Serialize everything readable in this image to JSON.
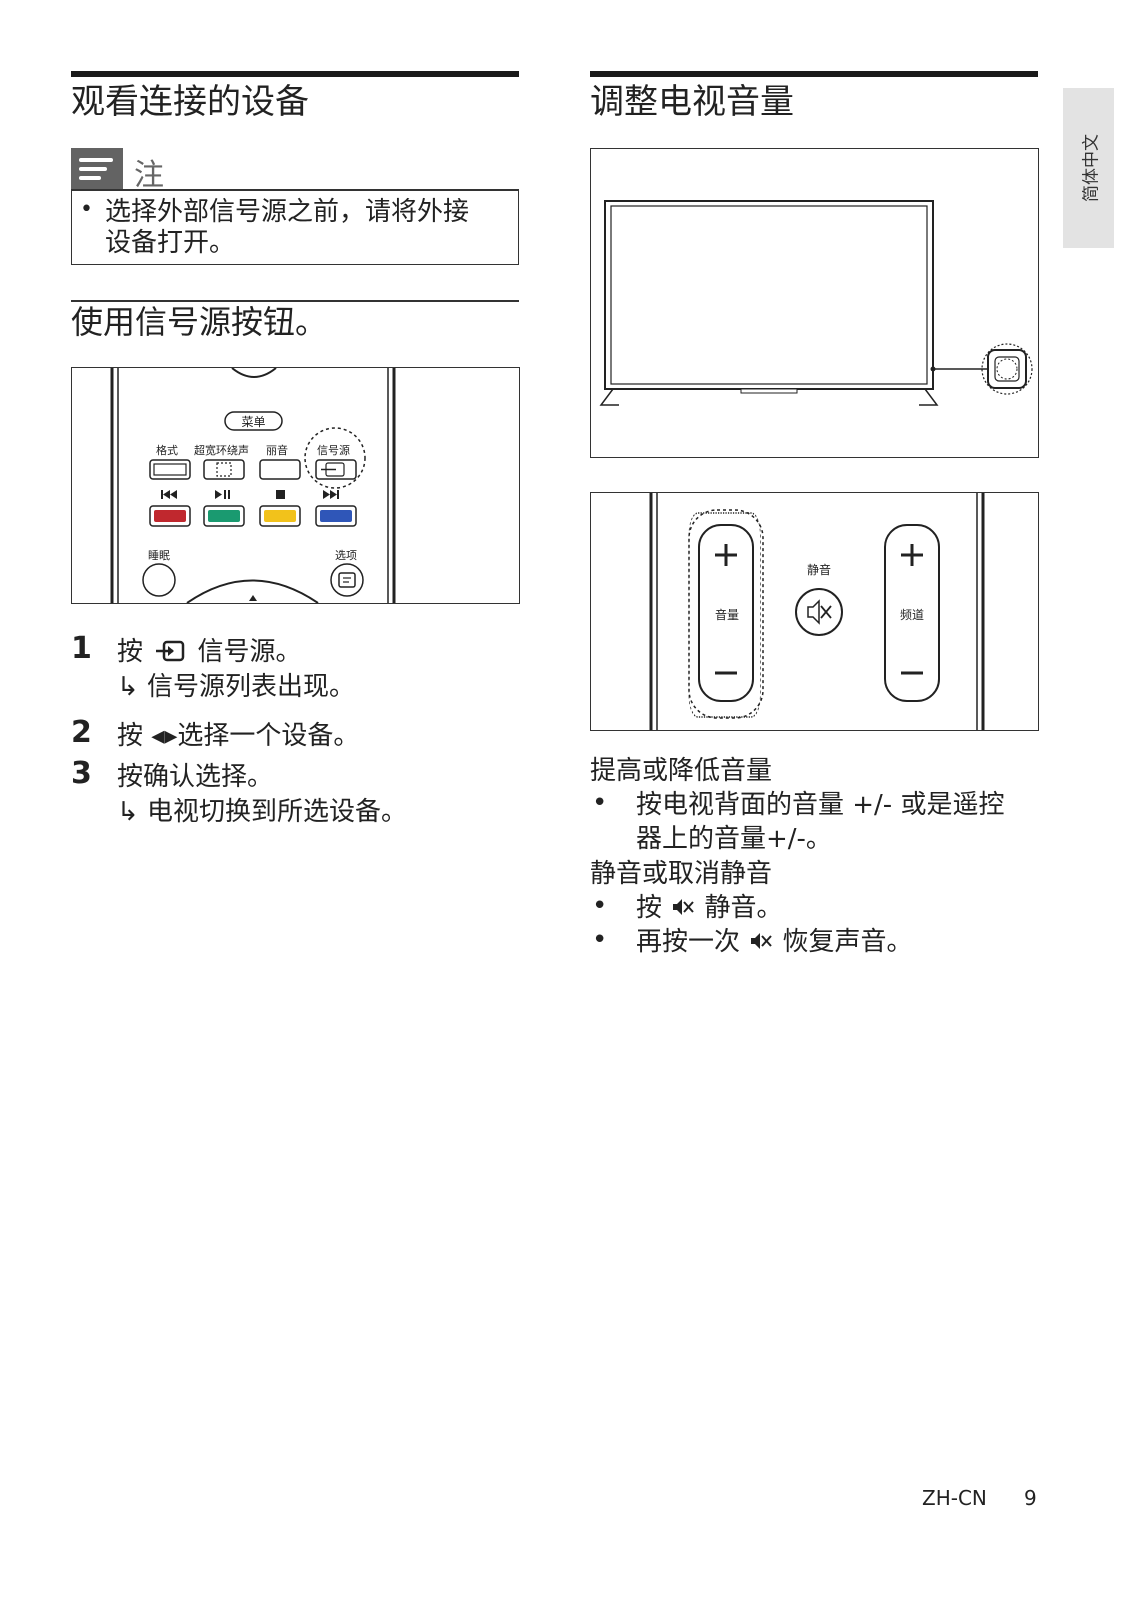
{
  "language_tab": "简体中文",
  "left": {
    "title": "观看连接的设备",
    "note": {
      "label": "注",
      "bullet": "•",
      "line1": "选择外部信号源之前，请将外接",
      "line2": "设备打开。"
    },
    "subtitle": "使用信号源按钮。",
    "remote": {
      "menu": "菜单",
      "format": "格式",
      "surround": "超宽环绕声",
      "picture": "丽音",
      "source": "信号源",
      "sleep": "睡眠",
      "options": "选项"
    },
    "steps": [
      {
        "num": "1",
        "prefix": "按",
        "suffix": "信号源。",
        "result": "信号源列表出现。"
      },
      {
        "num": "2",
        "text": "按 ◂▸选择一个设备。"
      },
      {
        "num": "3",
        "text": "按确认选择。",
        "result": "电视切换到所选设备。"
      }
    ],
    "result_arrow": "↳"
  },
  "right": {
    "title": "调整电视音量",
    "panel": {
      "mute": "静音",
      "volume": "音量",
      "channel": "频道"
    },
    "section1_title": "提高或降低音量",
    "section1_items": [
      {
        "bullet": "•",
        "line1": "按电视背面的音量 +/- 或是遥控",
        "line2": "器上的音量+/-。"
      }
    ],
    "section2_title": "静音或取消静音",
    "section2_items": [
      {
        "bullet": "•",
        "prefix": "按",
        "suffix": "静音。"
      },
      {
        "bullet": "•",
        "prefix": "再按一次",
        "suffix": "恢复声音。"
      }
    ]
  },
  "footer": {
    "locale": "ZH-CN",
    "page": "9"
  },
  "colors": {
    "red_button": "#c0282e",
    "green_button": "#1a9a70",
    "yellow_button": "#f2c21b",
    "blue_button": "#2f56b8",
    "note_header": "#636363",
    "tab_bg": "#e3e3e3"
  }
}
